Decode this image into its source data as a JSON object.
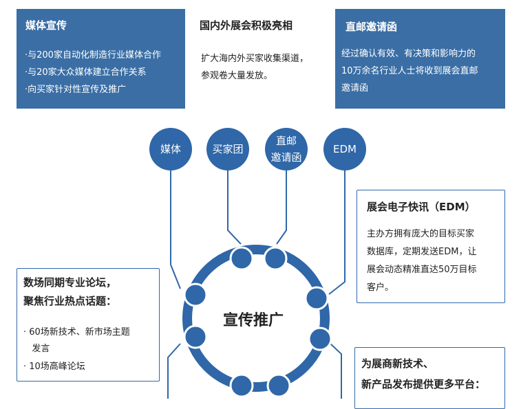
{
  "media_box": {
    "title": "媒体宣传",
    "lines": [
      "·与200家自动化制造行业媒体合作",
      "·与20家大众媒体建立合作关系",
      "·向买家针对性宣传及推广"
    ]
  },
  "center_top": {
    "title": "国内外展会积极亮相",
    "lines": [
      "扩大海内外买家收集渠道，",
      "参观卷大量发放。"
    ]
  },
  "direct_mail_box": {
    "title": "直邮邀请函",
    "lines": [
      "经过确认有效、有决策和影响力的",
      "10万余名行业人士将收到展会直邮",
      "邀请函"
    ]
  },
  "circles": {
    "media": "媒体",
    "buyers": "买家团",
    "direct_mail_1": "直邮",
    "direct_mail_2": "邀请函",
    "edm": "EDM"
  },
  "hub_title": "宣传推广",
  "edm_box": {
    "title": "展会电子快讯（EDM）",
    "lines": [
      "主办方拥有庞大的目标买家",
      "数据库，定期发送EDM，让",
      "展会动态精准直达50万目标",
      "客户。"
    ]
  },
  "forum_box": {
    "title_1": "数场同期专业论坛，",
    "title_2": "聚焦行业热点话题：",
    "items": [
      "· 60场新技术、新市场主题",
      "   发言",
      "· 10场高峰论坛"
    ]
  },
  "launch_box": {
    "title_1": "为展商新技术、",
    "title_2": "新产品发布提供更多平台："
  },
  "colors": {
    "primary": "#2f67a8",
    "box": "#3a6ea5"
  }
}
